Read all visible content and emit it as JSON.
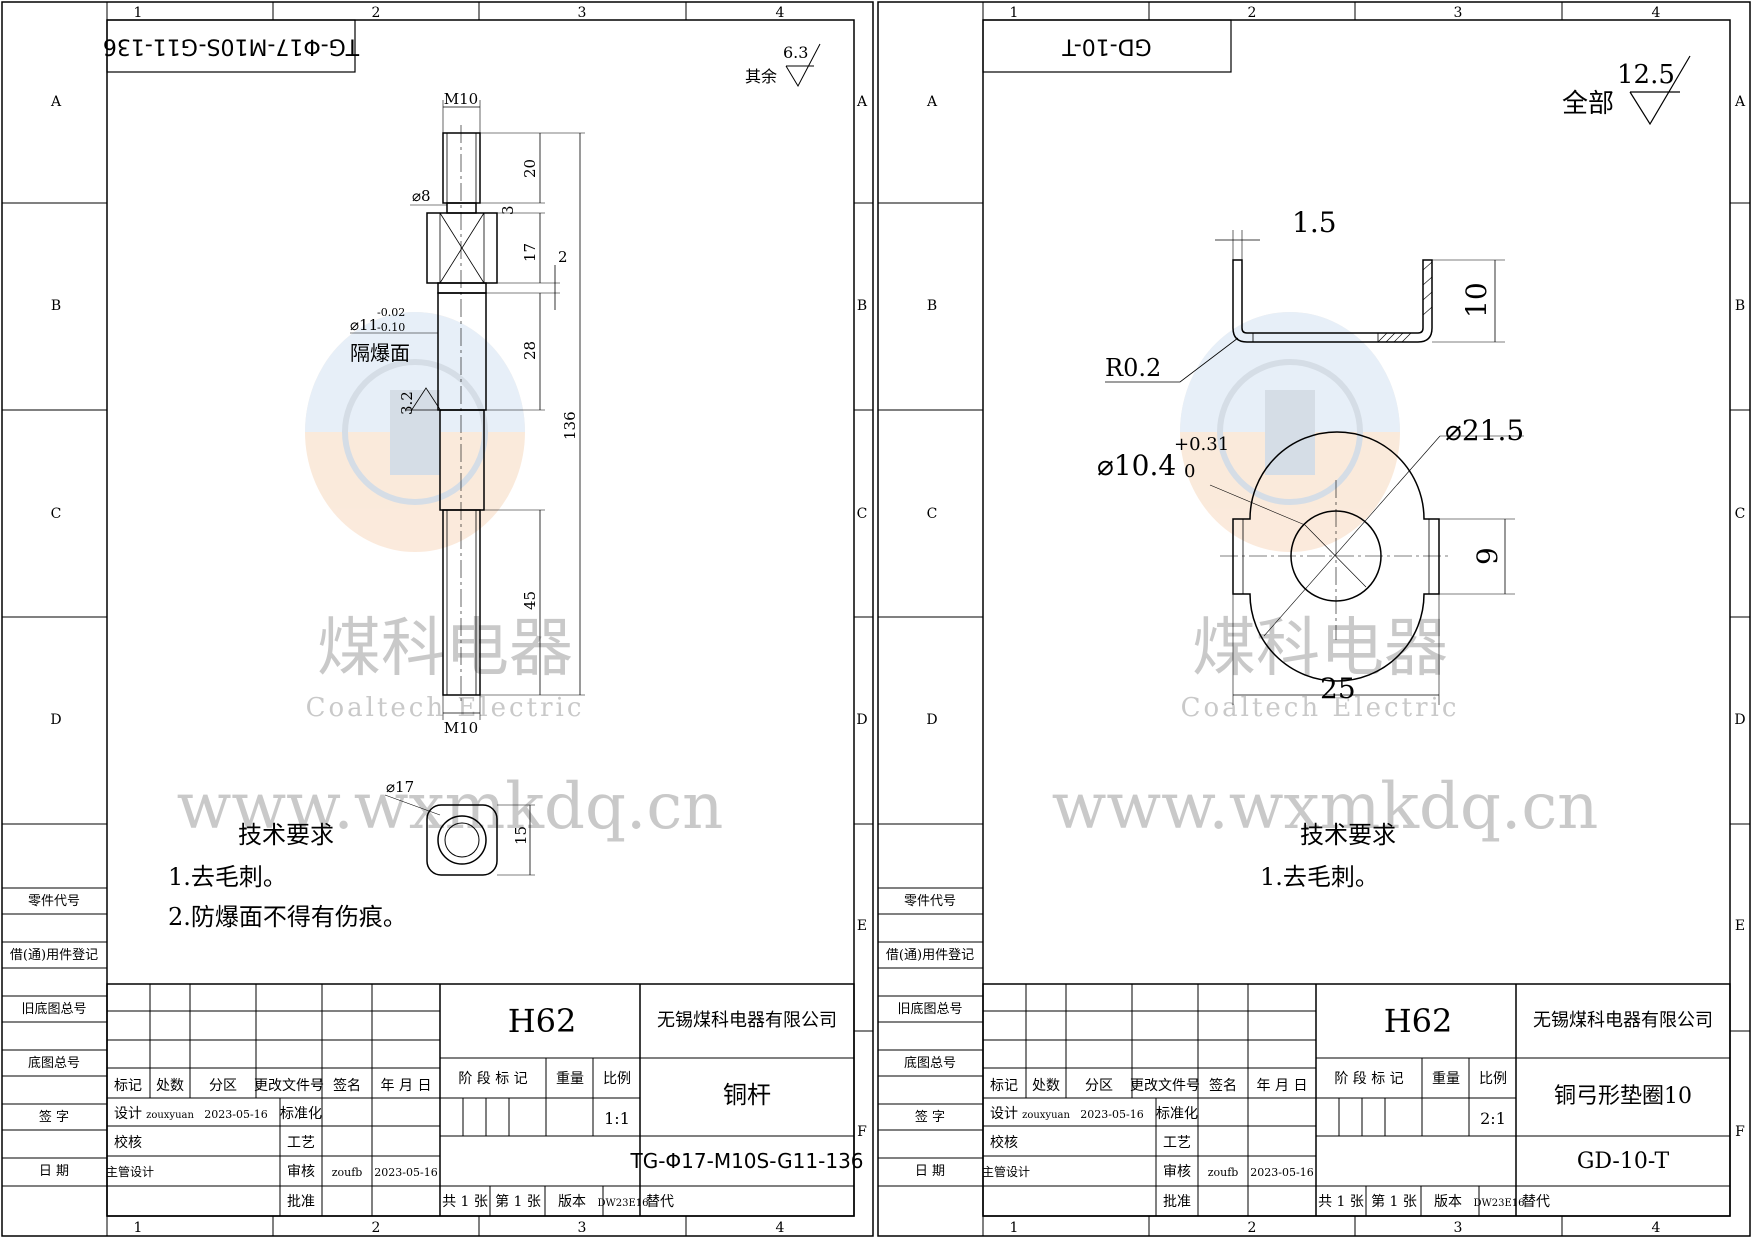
{
  "grid": {
    "columns": [
      "1",
      "2",
      "3",
      "4"
    ],
    "rows": [
      "A",
      "B",
      "C",
      "D",
      "E",
      "F"
    ]
  },
  "watermark": {
    "company_cn": "煤科电器",
    "company_en": "Coaltech Electric",
    "url": "www.wxmkdq.cn"
  },
  "left_sheet": {
    "drawing_code_mirrored": "TG-Φ17-M10S-G11-136",
    "roughness_other": {
      "label": "其余",
      "value": "6.3"
    },
    "dims": {
      "thread_top": "M10",
      "thread_bottom": "M10",
      "dia8": "⌀8",
      "dia11": "⌀11",
      "tol_upper": "-0.02",
      "tol_lower": "-0.10",
      "explosion_face": "隔爆面",
      "roughness_face": "3.2",
      "d20": "20",
      "d3": "3",
      "d17": "17",
      "d2": "2",
      "d28": "28",
      "d136": "136",
      "d45": "45",
      "dia17": "⌀17",
      "d15": "15"
    },
    "tech_req": {
      "title": "技术要求",
      "items": [
        "1.去毛刺。",
        "2.防爆面不得有伤痕。"
      ]
    },
    "title_block": {
      "material": "H62",
      "company": "无锡煤科电器有限公司",
      "part_name": "铜杆",
      "drawing_no": "TG-Φ17-M10S-G11-136",
      "scale": "1:1"
    }
  },
  "right_sheet": {
    "drawing_code_mirrored": "GD-10-T",
    "roughness_all": {
      "label": "全部",
      "value": "12.5"
    },
    "dims": {
      "thickness": "1.5",
      "height": "10",
      "radius": "R0.2",
      "dia_outer": "⌀21.5",
      "dia_inner": "⌀10.4",
      "tol_upper": "+0.31",
      "tol_lower": "0",
      "tab_width": "9",
      "overall": "25"
    },
    "tech_req": {
      "title": "技术要求",
      "items": [
        "1.去毛刺。"
      ]
    },
    "title_block": {
      "material": "H62",
      "company": "无锡煤科电器有限公司",
      "part_name": "铜弓形垫圈10",
      "drawing_no": "GD-10-T",
      "scale": "2:1"
    }
  },
  "side_labels": [
    "零件代号",
    "借(通)用件登记",
    "旧底图总号",
    "底图总号",
    "签 字",
    "日 期"
  ],
  "title_block_common": {
    "headers": [
      "标记",
      "处数",
      "分区",
      "更改文件号",
      "签名",
      "年 月 日"
    ],
    "design": "设计",
    "designer": "zouxyuan",
    "design_date": "2023-05-16",
    "standardization": "标准化",
    "check": "校核",
    "process": "工艺",
    "chief": "主管设计",
    "review": "审核",
    "reviewer": "zoufb",
    "review_date": "2023-05-16",
    "approve": "批准",
    "stage_mark": "阶 段 标 记",
    "weight": "重量",
    "scale_label": "比例",
    "sheets": "共 1 张",
    "sheet_no": "第 1 张",
    "version_label": "版本",
    "version": "DW23E16",
    "replace": "替代"
  }
}
